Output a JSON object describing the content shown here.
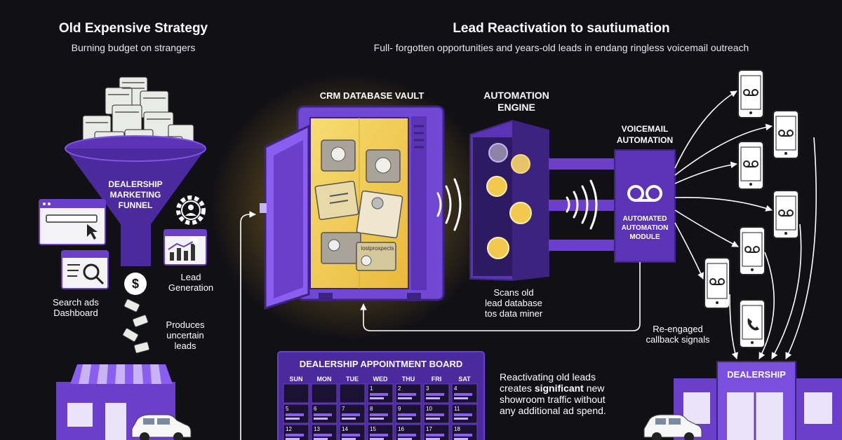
{
  "left": {
    "title": "Old Expensive Strategy",
    "subtitle": "Burning budget on strangers",
    "funnel_label_1": "DEALERSHIP",
    "funnel_label_2": "MARKETING",
    "funnel_label_3": "FUNNEL",
    "search_ads_1": "Search ads",
    "search_ads_2": "Dashboard",
    "lead_gen_1": "Lead",
    "lead_gen_2": "Generation",
    "produces_1": "Produces",
    "produces_2": "uncertain",
    "produces_3": "leads"
  },
  "right": {
    "title": "Lead Reactivation to sautiumation",
    "subtitle": "Full- forgotten opportunities and years-old leads in endang ringless voicemail outreach"
  },
  "vault": {
    "label": "CRM DATABASE VAULT",
    "doc_text": "lostprospects"
  },
  "engine": {
    "label_1": "AUTOMATION",
    "label_2": "ENGINE",
    "caption_1": "Scans old",
    "caption_2": "lead database",
    "caption_3": "tos data miner"
  },
  "voicemail": {
    "label_1": "VOICEMAIL",
    "label_2": "AUTOMATION",
    "module_1": "AUTOMATED",
    "module_2": "AUTOMATION",
    "module_3": "MODULE"
  },
  "callback": {
    "line_1": "Re-engaged",
    "line_2": "callback signals"
  },
  "board": {
    "title": "DEALERSHIP APPOINTMENT BOARD",
    "days": [
      "SUN",
      "MON",
      "TUE",
      "WED",
      "THU",
      "FRI",
      "SAT"
    ],
    "row1": [
      "",
      "",
      "",
      "1",
      "2",
      "3",
      "4"
    ],
    "row2": [
      "5",
      "6",
      "7",
      "8",
      "9",
      "10",
      "11"
    ],
    "row3": [
      "12",
      "13",
      "14",
      "15",
      "16",
      "17",
      "18"
    ]
  },
  "summary": {
    "line_1": "Reactivating old leads",
    "line_2_pre": "creates ",
    "line_2_bold": "significant",
    "line_2_post": " new",
    "line_3": "showroom traffic without",
    "line_4": "any additional ad spend."
  },
  "dealership": {
    "sign": "DEALERSHIP"
  },
  "colors": {
    "background": "#111015",
    "purple": "#6b3fc9",
    "purple_dark": "#3d2380",
    "glow": "#f2c94c"
  }
}
